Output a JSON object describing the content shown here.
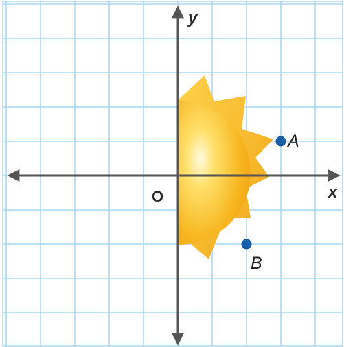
{
  "axes": {
    "x_label": "x",
    "y_label": "y",
    "origin_label": "O"
  },
  "grid": {
    "x_min": -5,
    "x_max": 5,
    "y_min": -5,
    "y_max": 5,
    "step": 1
  },
  "points": [
    {
      "label": "A",
      "x": 3,
      "y": 1
    },
    {
      "label": "B",
      "x": 2,
      "y": -2
    }
  ],
  "colors": {
    "grid": "#a9d6ee",
    "axis": "#555555",
    "point": "#1a5ea8",
    "sun_ray": "#f6b21f",
    "sun_center": "#fff6c8",
    "sun_edge": "#f2a514"
  }
}
